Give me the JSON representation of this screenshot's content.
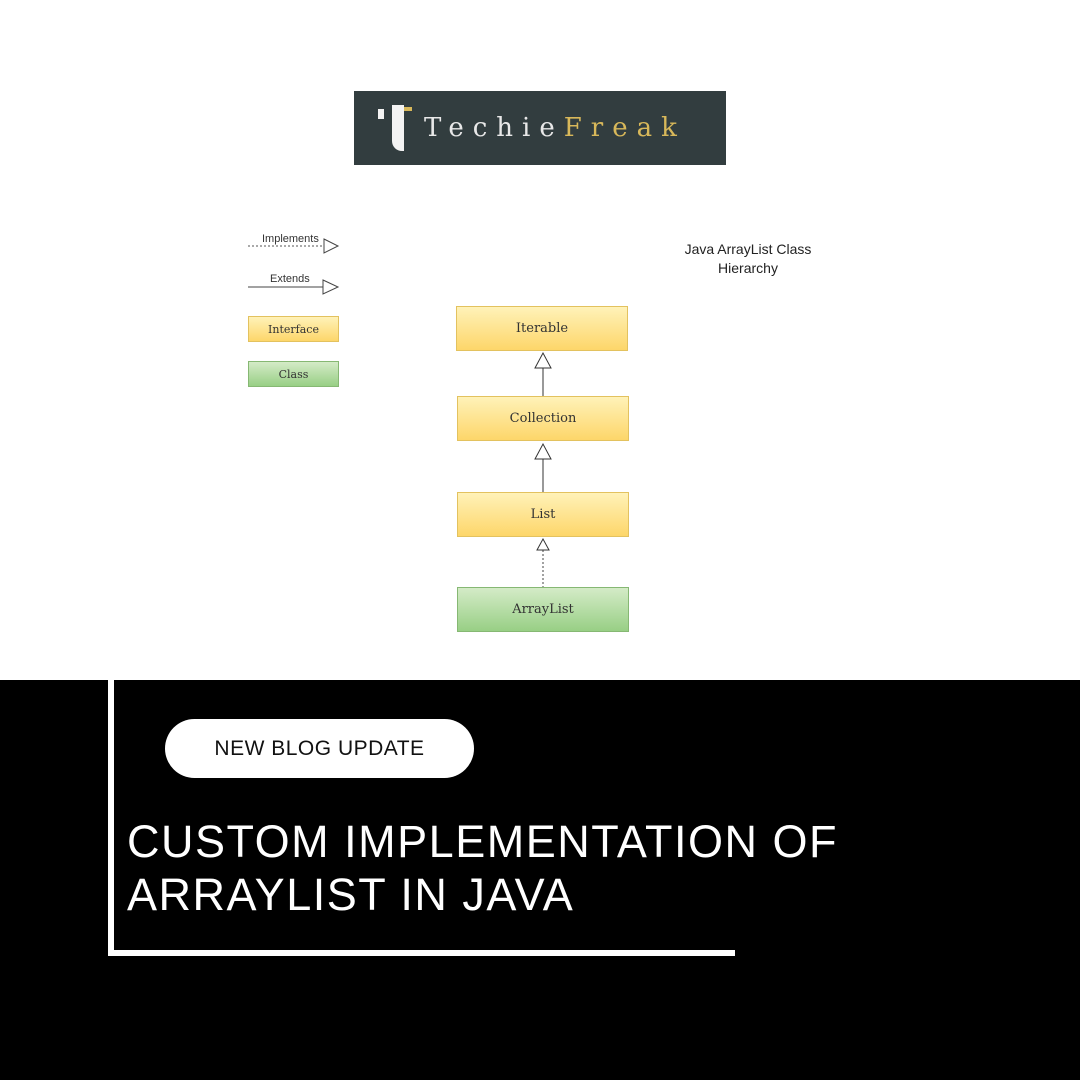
{
  "logo": {
    "brand_part1": "Techie",
    "brand_part2": "Freak"
  },
  "diagram": {
    "title_line1": "Java ArrayList Class",
    "title_line2": "Hierarchy",
    "legend": {
      "implements": "Implements",
      "extends": "Extends",
      "interface": "Interface",
      "class": "Class"
    },
    "nodes": [
      "Iterable",
      "Collection",
      "List",
      "ArrayList"
    ]
  },
  "banner": {
    "badge": "NEW BLOG UPDATE",
    "title_line1": "CUSTOM IMPLEMENTATION OF",
    "title_line2": "ARRAYLIST IN JAVA"
  },
  "colors": {
    "logo_bg": "#323d3f",
    "logo_gold": "#d8b85a",
    "interface": "#fdd66a",
    "class": "#98cf85"
  }
}
